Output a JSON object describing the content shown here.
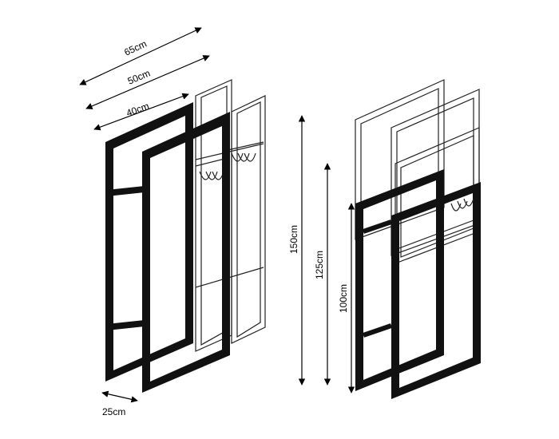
{
  "dimensions": {
    "width_outer": "65cm",
    "width_middle": "50cm",
    "width_inner": "40cm",
    "depth": "25cm",
    "height_tall": "150cm",
    "height_middle": "125cm",
    "height_short": "100cm"
  }
}
